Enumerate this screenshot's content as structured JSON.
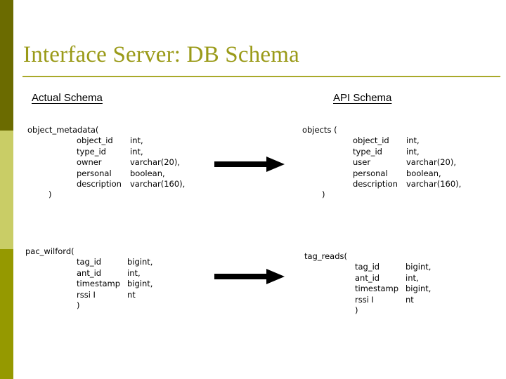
{
  "slide": {
    "title": "Interface Server: DB Schema",
    "colors": {
      "title_text": "#9a9a18",
      "title_rule": "#a9a92a",
      "sidebar_top": "#6b6b00",
      "sidebar_middle": "#c9cd66",
      "sidebar_bottom": "#959900",
      "body_text": "#000000",
      "arrow": "#000000",
      "background": "#ffffff"
    }
  },
  "columns": {
    "left_heading": "Actual Schema",
    "right_heading": "API Schema"
  },
  "schemas": {
    "object_metadata": {
      "open": "object_metadata(",
      "close": ")",
      "fields": [
        {
          "name": "object_id",
          "type": "int,"
        },
        {
          "name": "type_id",
          "type": "int,"
        },
        {
          "name": "owner",
          "type": "varchar(20),"
        },
        {
          "name": "personal",
          "type": "boolean,"
        },
        {
          "name": "description",
          "type": "varchar(160),"
        }
      ]
    },
    "objects": {
      "open": "objects (",
      "close": ")",
      "fields": [
        {
          "name": "object_id",
          "type": "int,"
        },
        {
          "name": "type_id",
          "type": "int,"
        },
        {
          "name": "user",
          "type": "varchar(20),"
        },
        {
          "name": "personal",
          "type": "boolean,"
        },
        {
          "name": "description",
          "type": "varchar(160),"
        }
      ]
    },
    "pac_wilford": {
      "open": "pac_wilford(",
      "close": ")",
      "fields": [
        {
          "name": "tag_id",
          "type": "bigint,"
        },
        {
          "name": "ant_id",
          "type": "int,"
        },
        {
          "name": "timestamp",
          "type": "bigint,"
        },
        {
          "name": "rssi I",
          "type": "nt"
        }
      ]
    },
    "tag_reads": {
      "open": "tag_reads(",
      "close": ")",
      "fields": [
        {
          "name": "tag_id",
          "type": "bigint,"
        },
        {
          "name": "ant_id",
          "type": "int,"
        },
        {
          "name": "timestamp",
          "type": "bigint,"
        },
        {
          "name": "rssi I",
          "type": "nt"
        }
      ]
    }
  },
  "arrows": [
    {
      "name": "mapping-arrow-objects"
    },
    {
      "name": "mapping-arrow-tagreads"
    }
  ]
}
